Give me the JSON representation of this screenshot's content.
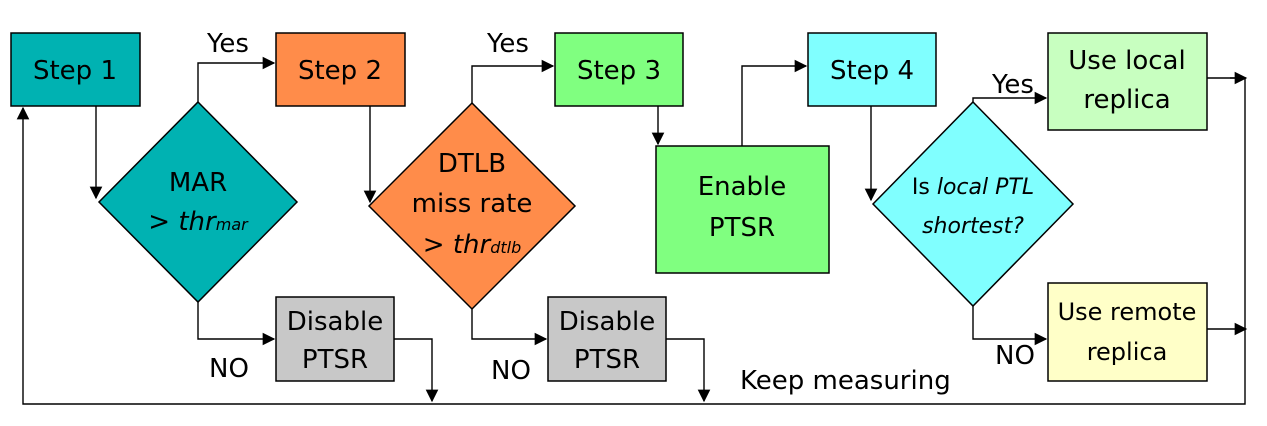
{
  "colors": {
    "teal": "#00B2B2",
    "orange": "#FF8C4A",
    "green": "#80FF80",
    "cyan": "#80FFFF",
    "light_green": "#C8FFC0",
    "light_yellow": "#FFFFC8",
    "gray": "#C8C8C8"
  },
  "steps": {
    "step1": "Step 1",
    "step2": "Step 2",
    "step3": "Step 3",
    "step4": "Step 4"
  },
  "decisions": {
    "mar": {
      "line1": "MAR",
      "prefix": "> ",
      "thr": "thr",
      "sub": "mar"
    },
    "dtlb": {
      "line1": "DTLB",
      "line2": "miss rate",
      "prefix": "> ",
      "thr": "thr",
      "sub": "dtlb"
    },
    "ptl": {
      "word_is": "Is ",
      "line1_italic": "local PTL",
      "line2": "shortest?"
    }
  },
  "actions": {
    "enable": [
      "Enable",
      "PTSR"
    ],
    "disable": [
      "Disable",
      "PTSR"
    ],
    "use_local": [
      "Use local",
      "replica"
    ],
    "use_remote": [
      "Use remote",
      "replica"
    ]
  },
  "edge_labels": {
    "yes": "Yes",
    "no": "NO",
    "keep_measuring": "Keep measuring"
  }
}
